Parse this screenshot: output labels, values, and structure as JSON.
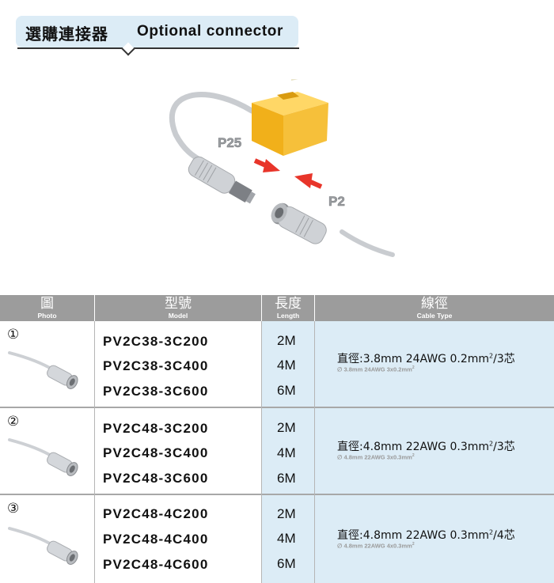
{
  "header": {
    "title_zh": "選購連接器",
    "title_en": "Optional connector"
  },
  "illustration": {
    "label_left": "P25",
    "label_right": "P2",
    "colors": {
      "sensor": "#f5b21e",
      "arrow": "#e8352a",
      "cable": "#c9ccd0"
    }
  },
  "table": {
    "headers": [
      {
        "zh": "圖",
        "en": "Photo"
      },
      {
        "zh": "型號",
        "en": "Model"
      },
      {
        "zh": "長度",
        "en": "Length"
      },
      {
        "zh": "線徑",
        "en": "Cable Type"
      }
    ],
    "groups": [
      {
        "num": "①",
        "models": [
          "PV2C38-3C200",
          "PV2C38-3C400",
          "PV2C38-3C600"
        ],
        "lengths": [
          "2M",
          "4M",
          "6M"
        ],
        "cable_main": "直徑:3.8mm  24AWG  0.2mm",
        "cable_main_sup": "2",
        "cable_main_end": "/3芯",
        "cable_sub": "∅ 3.8mm 24AWG 3x0.2mm",
        "cable_sub_sup": "2"
      },
      {
        "num": "②",
        "models": [
          "PV2C48-3C200",
          "PV2C48-3C400",
          "PV2C48-3C600"
        ],
        "lengths": [
          "2M",
          "4M",
          "6M"
        ],
        "cable_main": "直徑:4.8mm  22AWG  0.3mm",
        "cable_main_sup": "2",
        "cable_main_end": "/3芯",
        "cable_sub": "∅ 4.8mm 22AWG 3x0.3mm",
        "cable_sub_sup": "2"
      },
      {
        "num": "③",
        "models": [
          "PV2C48-4C200",
          "PV2C48-4C400",
          "PV2C48-4C600"
        ],
        "lengths": [
          "2M",
          "4M",
          "6M"
        ],
        "cable_main": "直徑:4.8mm  22AWG  0.3mm",
        "cable_main_sup": "2",
        "cable_main_end": "/4芯",
        "cable_sub": "∅ 4.8mm 22AWG 4x0.3mm",
        "cable_sub_sup": "2"
      }
    ]
  }
}
